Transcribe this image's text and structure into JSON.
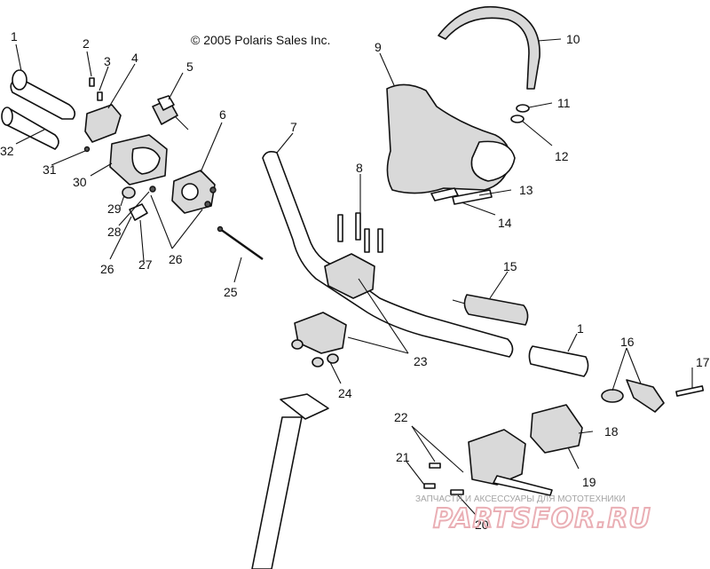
{
  "copyright": "© 2005 Polaris Sales Inc.",
  "watermark": {
    "caption": "ЗАПЧАСТИ И АКСЕССУАРЫ ДЛЯ МОТОТЕХНИКИ",
    "logo": "PARTSFOR.RU",
    "color": "#e8a7ad"
  },
  "callouts": {
    "c1a": "1",
    "c1b": "1",
    "c2": "2",
    "c3": "3",
    "c4": "4",
    "c5": "5",
    "c6": "6",
    "c7": "7",
    "c8": "8",
    "c9": "9",
    "c10": "10",
    "c11": "11",
    "c12": "12",
    "c13": "13",
    "c14": "14",
    "c15": "15",
    "c16": "16",
    "c17": "17",
    "c18": "18",
    "c19": "19",
    "c20": "20",
    "c21": "21",
    "c22": "22",
    "c23": "23",
    "c24": "24",
    "c25": "25",
    "c26a": "26",
    "c26b": "26",
    "c27": "27",
    "c28": "28",
    "c29": "29",
    "c30": "30",
    "c31": "31",
    "c32": "32"
  }
}
